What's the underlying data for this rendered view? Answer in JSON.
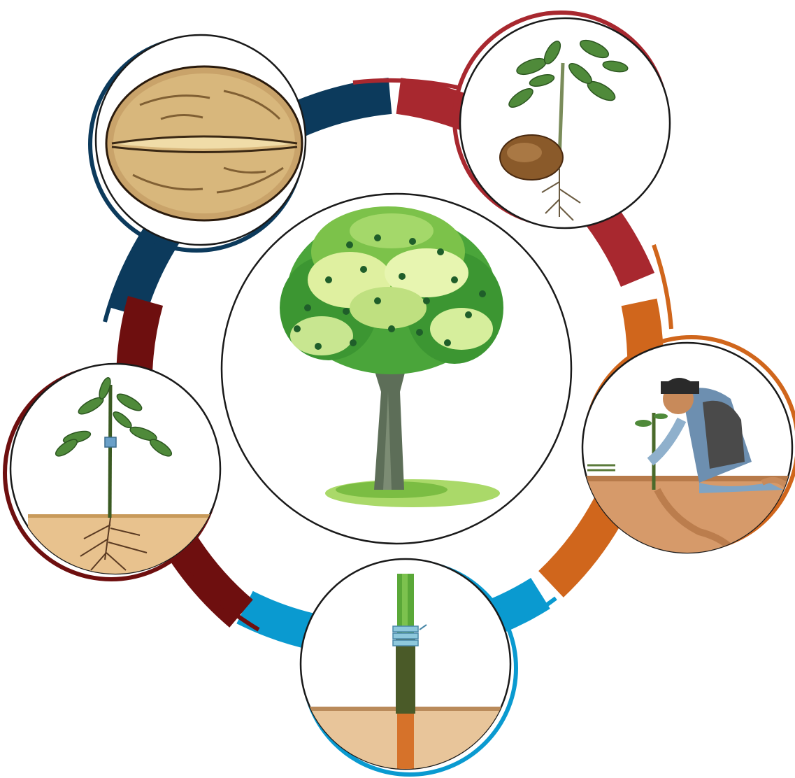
{
  "diagram": {
    "type": "cycle",
    "center": {
      "icon": "walnut-tree-icon"
    },
    "stages": [
      {
        "id": "nut",
        "icon": "walnut-icon",
        "color": "#0c3a5c"
      },
      {
        "id": "germination",
        "icon": "seedling-icon",
        "color": "#a8282f"
      },
      {
        "id": "grafting",
        "icon": "grafting-person-icon",
        "color": "#d0661c"
      },
      {
        "id": "graft-union",
        "icon": "grafted-stem-icon",
        "color": "#0a9ad0"
      },
      {
        "id": "sapling",
        "icon": "sapling-icon",
        "color": "#6e0f0f"
      }
    ]
  }
}
